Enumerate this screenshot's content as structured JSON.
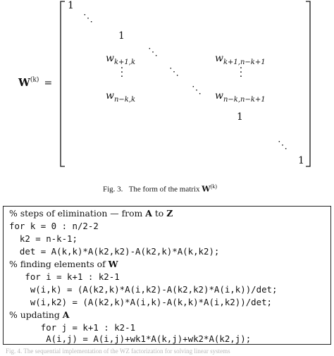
{
  "matrix": {
    "lhs_base": "W",
    "lhs_sup": "(k)",
    "eq": "=",
    "entries": {
      "one_top": "1",
      "one_mid": "1",
      "one_lower": "1",
      "one_bottom": "1",
      "w_k1_k": "w",
      "w_k1_k_sub": "k+1,k",
      "w_k1_nk1": "w",
      "w_k1_nk1_sub": "k+1,n−k+1",
      "w_nk_k": "w",
      "w_nk_k_sub": "n−k,k",
      "w_nk_nk1": "w",
      "w_nk_nk1_sub": "n−k,n−k+1"
    }
  },
  "caption3": {
    "label": "Fig. 3.",
    "text": "The form of the matrix",
    "sym": "W",
    "sup": "(k)"
  },
  "code": {
    "l1_pre": "% steps of elimination — from ",
    "l1_A": "A",
    "l1_mid": " to ",
    "l1_Z": "Z",
    "l2": "for k = 0 : n/2-2",
    "l3": "  k2 = n-k-1;",
    "l4": "  det = A(k,k)*A(k2,k2)-A(k2,k)*A(k,k2);",
    "l5_pre": "% finding elements of ",
    "l5_W": "W",
    "l6": "   for i = k+1 : k2-1",
    "l7": "    w(i,k) = (A(k2,k)*A(i,k2)-A(k2,k2)*A(i,k))/det;",
    "l8": "    w(i,k2) = (A(k2,k)*A(i,k)-A(k,k)*A(i,k2))/det;",
    "l9_pre": "% updating ",
    "l9_A": "A",
    "l10": "      for j = k+1 : k2-1",
    "l11": "       A(i,j) = A(i,j)+wk1*A(k,j)+wk2*A(k2,j);"
  },
  "caption4": "Fig. 4.   The sequential implementation of the WZ factorization for solving linear systems"
}
